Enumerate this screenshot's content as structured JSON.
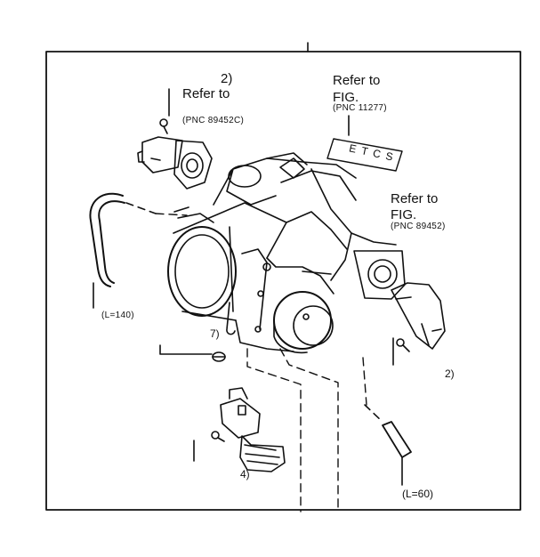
{
  "callouts": {
    "ref_top_left": {
      "num": "2)",
      "refer": "Refer to",
      "pnc": "(PNC 89452C)"
    },
    "ref_top_right": {
      "refer": "Refer to",
      "fig": "FIG.",
      "pnc": "(PNC 11277)"
    },
    "ref_right": {
      "refer": "Refer to",
      "fig": "FIG.",
      "pnc": "(PNC 89452)"
    },
    "etcs_label": "ETCS",
    "hose_length": "(L=140)",
    "part_7": "7)",
    "part_4": "4)",
    "part_2_right": "2)",
    "tube_length": "(L=60)"
  }
}
